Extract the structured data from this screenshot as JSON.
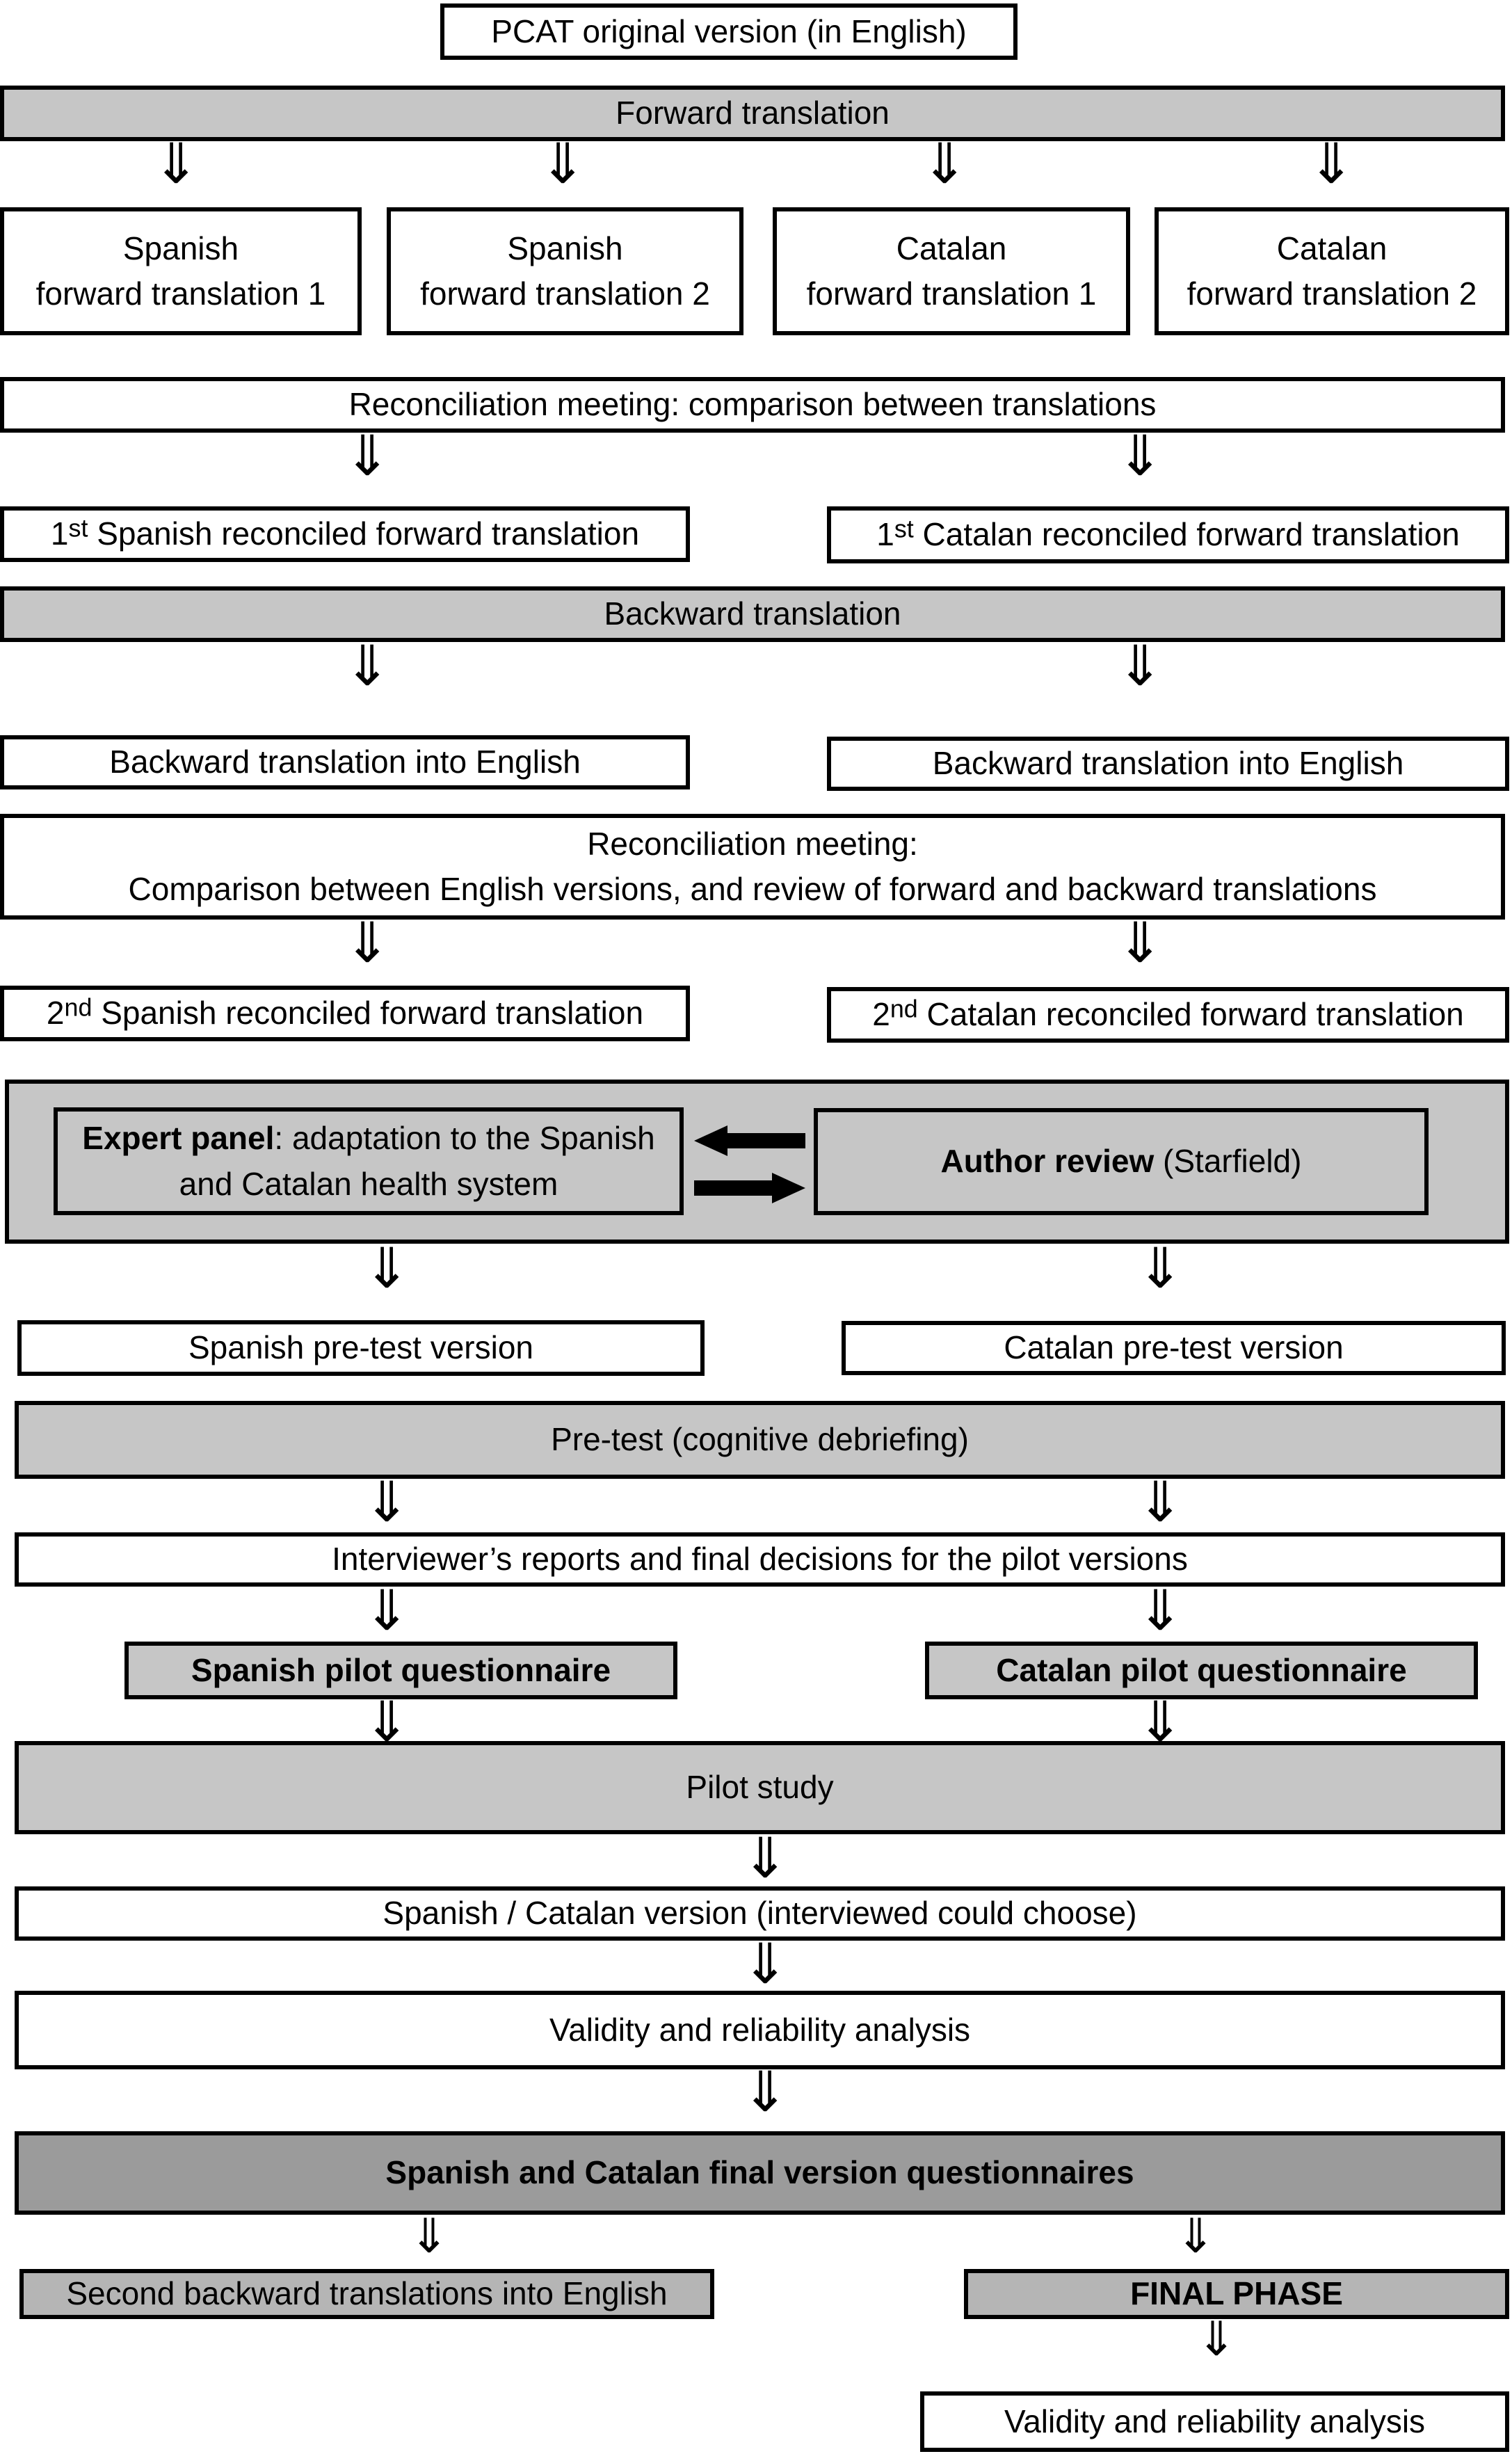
{
  "colors": {
    "gray": "#c6c6c6",
    "dark_gray": "#9b9b9b",
    "mid_gray": "#b5b5b5",
    "border": "#000000",
    "background": "#ffffff",
    "text": "#000000"
  },
  "icons": {
    "down_arrow": "⇓",
    "solid_left_arrow": "solid-black-left-arrow",
    "solid_right_arrow": "solid-black-right-arrow"
  },
  "nodes": {
    "pcat": "PCAT original version (in English)",
    "forward_translation": "Forward translation",
    "spanish_ft1": {
      "line1": "Spanish",
      "line2": "forward translation 1"
    },
    "spanish_ft2": {
      "line1": "Spanish",
      "line2": "forward translation 2"
    },
    "catalan_ft1": {
      "line1": "Catalan",
      "line2": "forward translation 1"
    },
    "catalan_ft2": {
      "line1": "Catalan",
      "line2": "forward translation 2"
    },
    "reconciliation1": "Reconciliation meeting: comparison between translations",
    "first_spanish": {
      "num": "1",
      "sup": "st",
      "rest": " Spanish reconciled forward translation"
    },
    "first_catalan": {
      "num": "1",
      "sup": "st",
      "rest": " Catalan reconciled forward translation"
    },
    "backward_translation": "Backward translation",
    "bte_left": "Backward translation into English",
    "bte_right": "Backward translation into English",
    "reconciliation2": {
      "line1": "Reconciliation meeting:",
      "line2": "Comparison between English versions, and review of forward and backward translations"
    },
    "second_spanish": {
      "num": "2",
      "sup": "nd",
      "rest": " Spanish reconciled forward translation"
    },
    "second_catalan": {
      "num": "2",
      "sup": "nd",
      "rest": " Catalan reconciled forward translation"
    },
    "expert_panel": {
      "bold": "Expert panel",
      "line1_rest": ": adaptation  to the Spanish",
      "line2": "and Catalan health system"
    },
    "author_review": {
      "bold": "Author review",
      "rest": " (Starfield)"
    },
    "spanish_pretest": "Spanish pre-test version",
    "catalan_pretest": "Catalan pre-test version",
    "pretest": "Pre-test (cognitive debriefing)",
    "interviewer": "Interviewer’s reports and final decisions for the pilot versions",
    "spanish_pilot": "Spanish pilot questionnaire",
    "catalan_pilot": "Catalan pilot questionnaire",
    "pilot_study": "Pilot study",
    "sc_version": "Spanish / Catalan version (interviewed could choose)",
    "validity1": "Validity and reliability analysis",
    "final_questionnaires": "Spanish and Catalan final version questionnaires",
    "second_backward": "Second backward translations into English",
    "final_phase": "FINAL PHASE",
    "validity2": "Validity and reliability analysis"
  }
}
